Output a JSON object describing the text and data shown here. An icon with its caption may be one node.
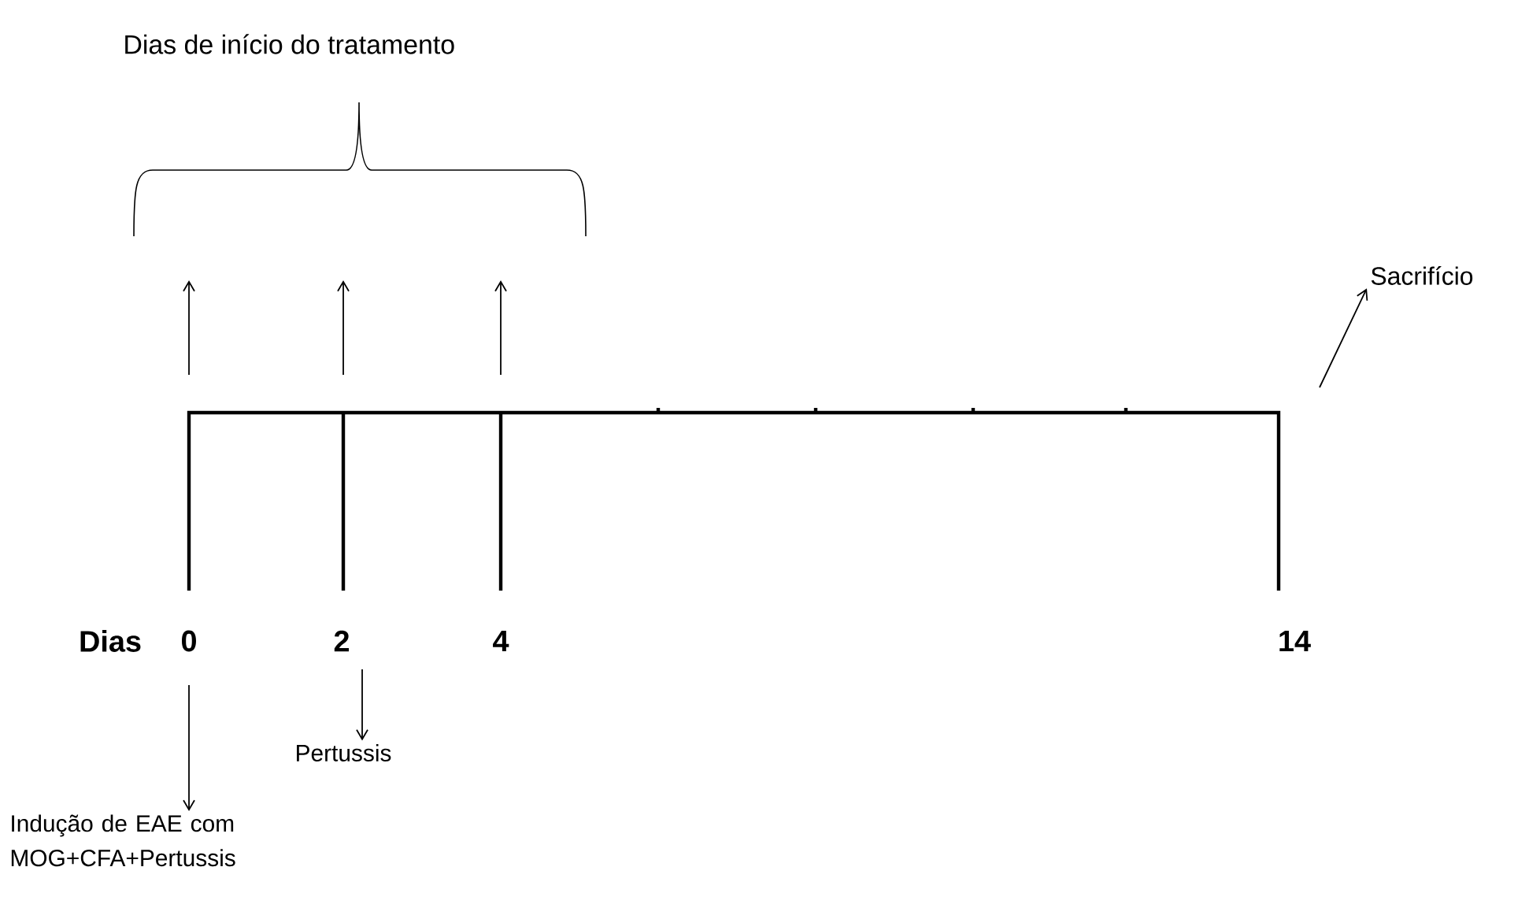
{
  "diagram": {
    "nodes": [
      {
        "text": [
          "Dias de início do tratamento"
        ]
      },
      {
        "text": [
          "Sacrifício"
        ]
      },
      {
        "text": [
          "Pertussis"
        ]
      },
      {
        "text": [
          "Indução de EAE com MOG+CFA+Pertussis"
        ]
      }
    ],
    "edges": [
      {
        "from": null,
        "to": 1,
        "arrow": "to"
      },
      {
        "from": null,
        "to": 2,
        "arrow": "to"
      },
      {
        "from": null,
        "to": 3,
        "arrow": "to"
      }
    ],
    "labels": [
      "Dias",
      "0",
      "2",
      "4",
      "14"
    ]
  }
}
